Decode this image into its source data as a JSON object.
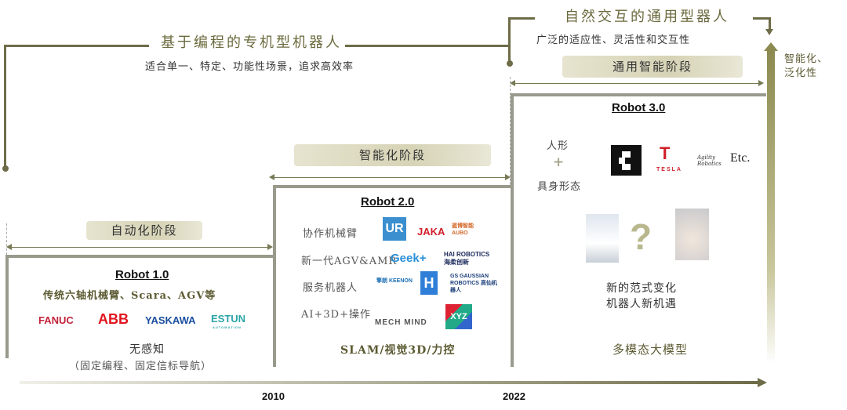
{
  "top_left": {
    "title": "基于编程的专机型机器人",
    "subtitle": "适合单一、特定、功能性场景，追求高效率"
  },
  "top_right": {
    "title": "自然交互的通用型器人",
    "subtitle": "广泛的适应性、灵活性和交互性"
  },
  "side_label": {
    "line1": "智能化、",
    "line2": "泛化性"
  },
  "stages": [
    {
      "label": "自动化阶段"
    },
    {
      "label": "智能化阶段"
    },
    {
      "label": "通用智能阶段"
    }
  ],
  "robot1": {
    "title": "Robot 1.0",
    "desc": "传统六轴机械臂、Scara、AGV等",
    "logos": [
      "FANUC",
      "ABB",
      "YASKAWA",
      "ESTUN"
    ],
    "logo_sub": "AUTOMATION",
    "perception": "无感知",
    "note": "（固定编程、固定信标导航）"
  },
  "robot2": {
    "title": "Robot 2.0",
    "rows": [
      {
        "label": "协作机械臂",
        "logos": [
          "UR",
          "JAKA",
          "遨博智能 AUBO"
        ]
      },
      {
        "label": "新一代AGV&AMR",
        "logos": [
          "Geek+",
          "HAI ROBOTICS 海柔创新"
        ]
      },
      {
        "label": "服务机器人",
        "logos": [
          "擎朗 KEENON",
          "H",
          "GS GAUSSIAN ROBOTICS 高仙机器人"
        ]
      },
      {
        "label": "AI+3D+操作",
        "logos": [
          "MECH MIND",
          "XYZ"
        ]
      }
    ],
    "tech": "SLAM/视觉3D/力控"
  },
  "robot3": {
    "title": "Robot 3.0",
    "form1": "人形",
    "plus": "+",
    "form2": "具身形态",
    "logos": [
      "TESLA",
      "Agility Robotics"
    ],
    "etc": "Etc.",
    "question": "?",
    "line1": "新的范式变化",
    "line2": "机器人新机遇",
    "tech": "多模态大模型"
  },
  "timeline": {
    "years": [
      "2010",
      "2022"
    ]
  },
  "colors": {
    "olive": "#6e6c48",
    "stage_bg": "#d6d3b6",
    "box_border": "#9a9a8c"
  }
}
